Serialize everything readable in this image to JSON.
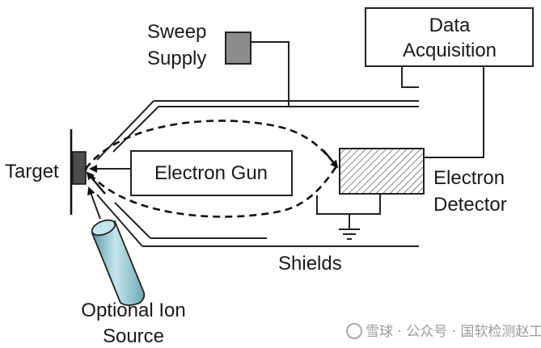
{
  "labels": {
    "sweep_line1": "Sweep",
    "sweep_line2": "Supply",
    "data_line1": "Data",
    "data_line2": "Acquisition",
    "target": "Target",
    "electron_gun": "Electron Gun",
    "detector_line1": "Electron",
    "detector_line2": "Detector",
    "shields": "Shields",
    "ion_line1": "Optional Ion",
    "ion_line2": "Source"
  },
  "watermark": "雪球 · 公众号 · 国软检测赵工总",
  "colors": {
    "line": "#222222",
    "sweep_supply_fill": "#8c8c8c",
    "target_fill": "#4d4d4d",
    "ion_source_fill": "#9fd0d8",
    "background": "#ffffff"
  }
}
